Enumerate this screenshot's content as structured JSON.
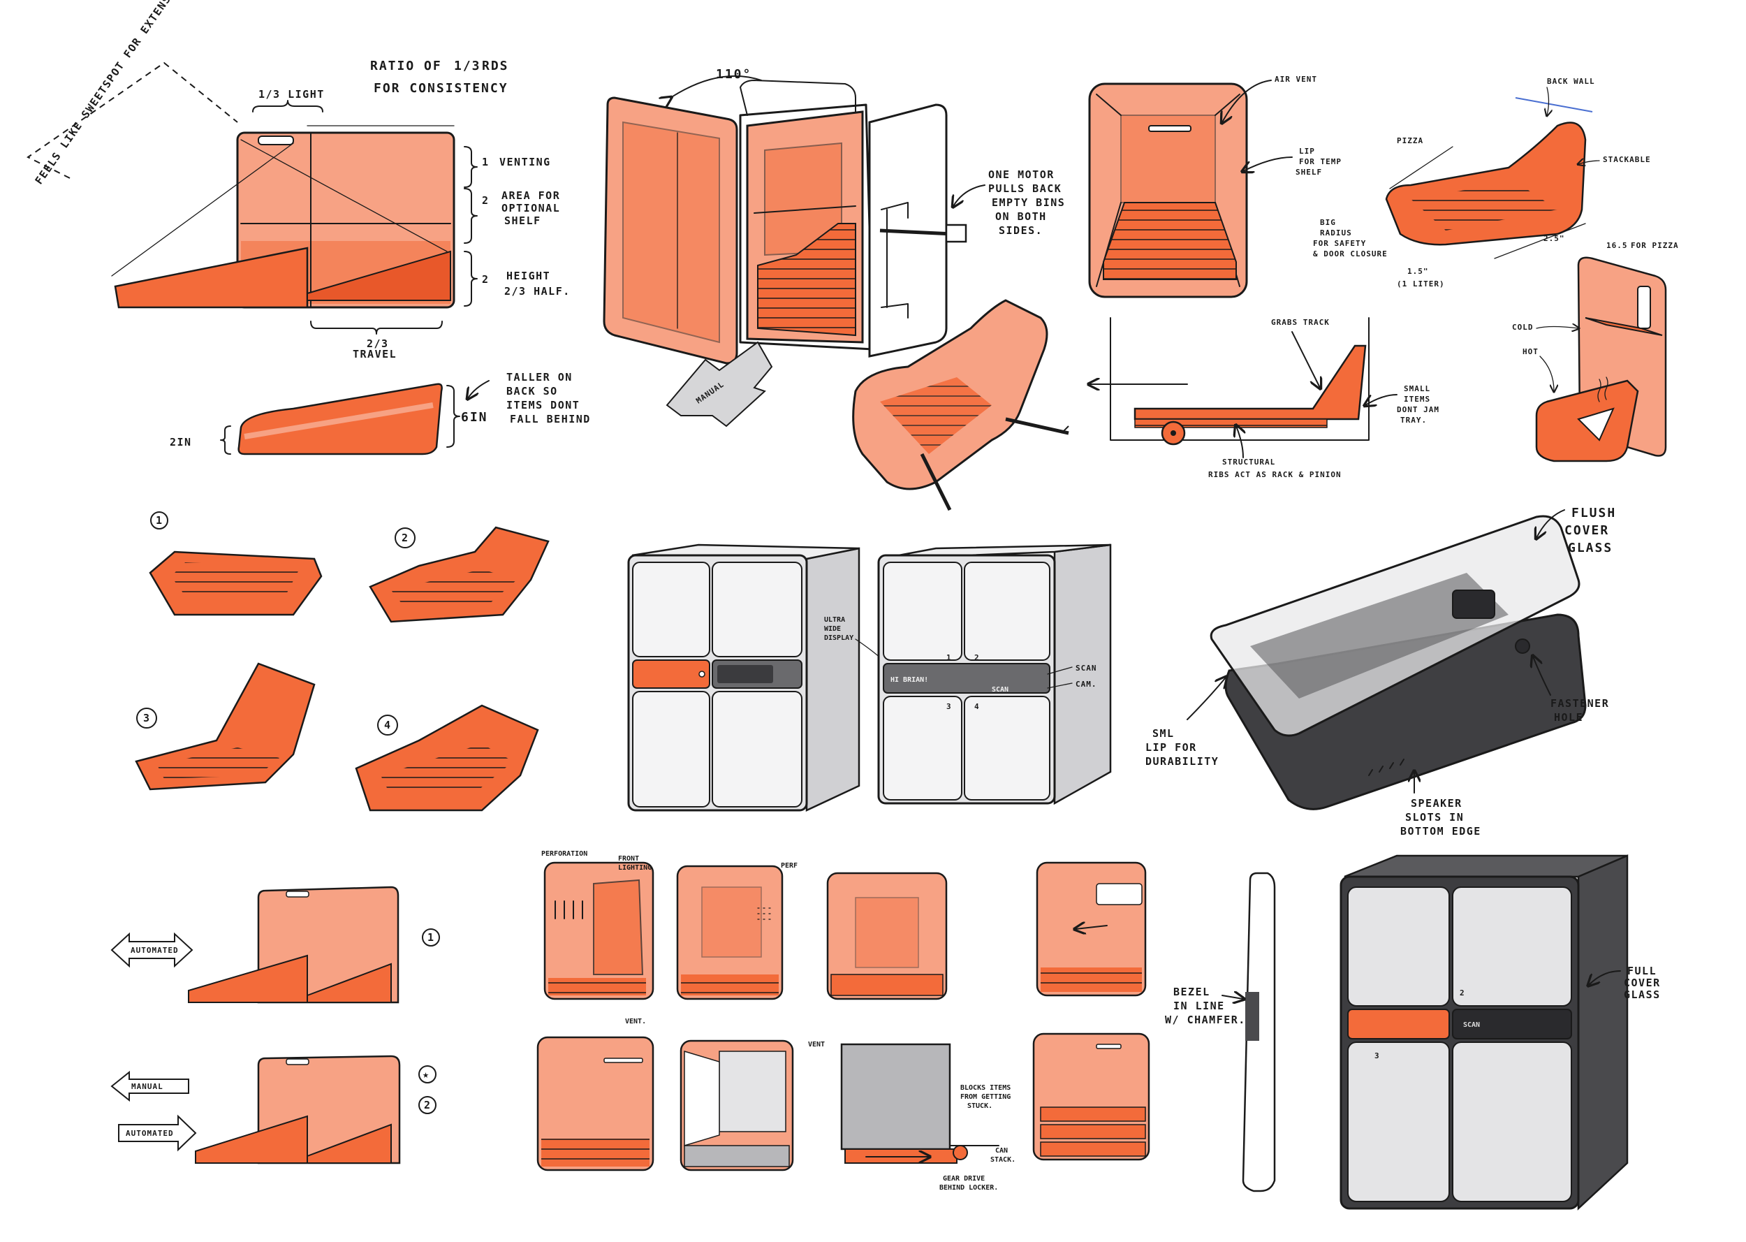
{
  "colors": {
    "accent": "#f36b3a",
    "accent_light": "#f7a284",
    "accent_dark": "#d9481f",
    "device_light": "#e4e4e6",
    "device_mid": "#b7b7ba",
    "device_dark": "#4a4a4d",
    "ink": "#1a1a1a"
  },
  "drawer_diagram": {
    "side_note": "FEELS LIKE SWEETSPOT FOR EXTENSION",
    "ratio_note_line1": "RATIO OF",
    "ratio_fraction": "1/3",
    "ratio_note_suffix": "RDS",
    "ratio_note_line2": "FOR CONSISTENCY",
    "light_label": "1/3 LIGHT",
    "dim_1": "1",
    "venting_label": "VENTING",
    "dim_2": "2",
    "shelf_label_1": "AREA FOR",
    "shelf_label_2": "OPTIONAL",
    "shelf_label_3": "SHELF",
    "dim_3": "2",
    "height_label_1": "HEIGHT",
    "height_label_2": "2/3 HALF.",
    "travel_fraction": "2/3",
    "travel_label": "TRAVEL"
  },
  "tray_profile": {
    "note_1": "TALLER ON",
    "note_2": "BACK SO",
    "note_3": "ITEMS DONT",
    "note_4": "FALL BEHIND",
    "height_back": "6IN",
    "height_front": "2IN"
  },
  "open_unit": {
    "angle_label": "110°",
    "manual_label": "MANUAL",
    "motor_note_1": "ONE MOTOR",
    "motor_note_2": "PULLS BACK",
    "motor_note_3": "EMPTY BINS",
    "motor_note_4": "ON BOTH",
    "motor_note_5": "SIDES."
  },
  "bin_detail": {
    "airvent_label": "AIR VENT",
    "lip_label_1": "LIP",
    "lip_label_2": "FOR TEMP",
    "lip_label_3": "SHELF"
  },
  "track_detail": {
    "grabs_track": "GRABS TRACK",
    "small_items_1": "SMALL",
    "small_items_2": "ITEMS",
    "small_items_3": "DONT JAM",
    "small_items_4": "TRAY.",
    "ribs_1": "STRUCTURAL",
    "ribs_2": "RIBS ACT AS RACK & PINION"
  },
  "stackable_tray": {
    "back_wall": "BACK WALL",
    "pizza": "PIZZA",
    "stackable": "STACKABLE",
    "radius_1": "BIG",
    "radius_2": "RADIUS",
    "radius_3": "FOR SAFETY",
    "radius_4": "& DOOR CLOSURE",
    "depth": "1.5\"",
    "liter": "(1 LITER)",
    "width": "2.5\"",
    "pizza_width": "16.5",
    "pizza_note": "FOR PIZZA"
  },
  "temp_bin": {
    "cold": "COLD",
    "hot": "HOT"
  },
  "tray_variants": [
    "1",
    "2",
    "3",
    "4"
  ],
  "units": {
    "display_note_1": "ULTRA",
    "display_note_2": "WIDE",
    "display_note_3": "DISPLAY",
    "greeting": "HI BRIAN!",
    "scan_short": "SCAN",
    "scan_label": "SCAN",
    "cam_label": "CAM.",
    "bin_numbers": [
      "1",
      "2",
      "3",
      "4"
    ]
  },
  "phone_detail": {
    "flush_1": "FLUSH",
    "flush_2": "COVER",
    "flush_3": "GLASS",
    "fastener_1": "FASTENER",
    "fastener_2": "HOLE",
    "lip_1": "SML",
    "lip_2": "LIP FOR",
    "lip_3": "DURABILITY",
    "speaker_1": "SPEAKER",
    "speaker_2": "SLOTS IN",
    "speaker_3": "BOTTOM EDGE"
  },
  "modes": {
    "automated": "AUTOMATED",
    "manual": "MANUAL",
    "mode_1": "1",
    "mode_star": "★",
    "mode_2": "2"
  },
  "interiors": {
    "perforation": "PERFORATION",
    "front_1": "FRONT",
    "front_2": "LIGHTING",
    "perf": "PERF",
    "vent_1": "VENT.",
    "vent_2": "VENT",
    "blocks_1": "BLOCKS ITEMS",
    "blocks_2": "FROM GETTING",
    "blocks_3": "STUCK.",
    "gear_1": "GEAR DRIVE",
    "gear_2": "BEHIND LOCKER.",
    "can_1": "CAN",
    "can_2": "STACK."
  },
  "final_unit": {
    "bezel_1": "BEZEL",
    "bezel_2": "IN LINE",
    "bezel_3": "W/ CHAMFER.",
    "glass_1": "FULL",
    "glass_2": "COVER",
    "glass_3": "GLASS",
    "scan_small": "SCAN",
    "bin_2": "2",
    "bin_3": "3"
  }
}
